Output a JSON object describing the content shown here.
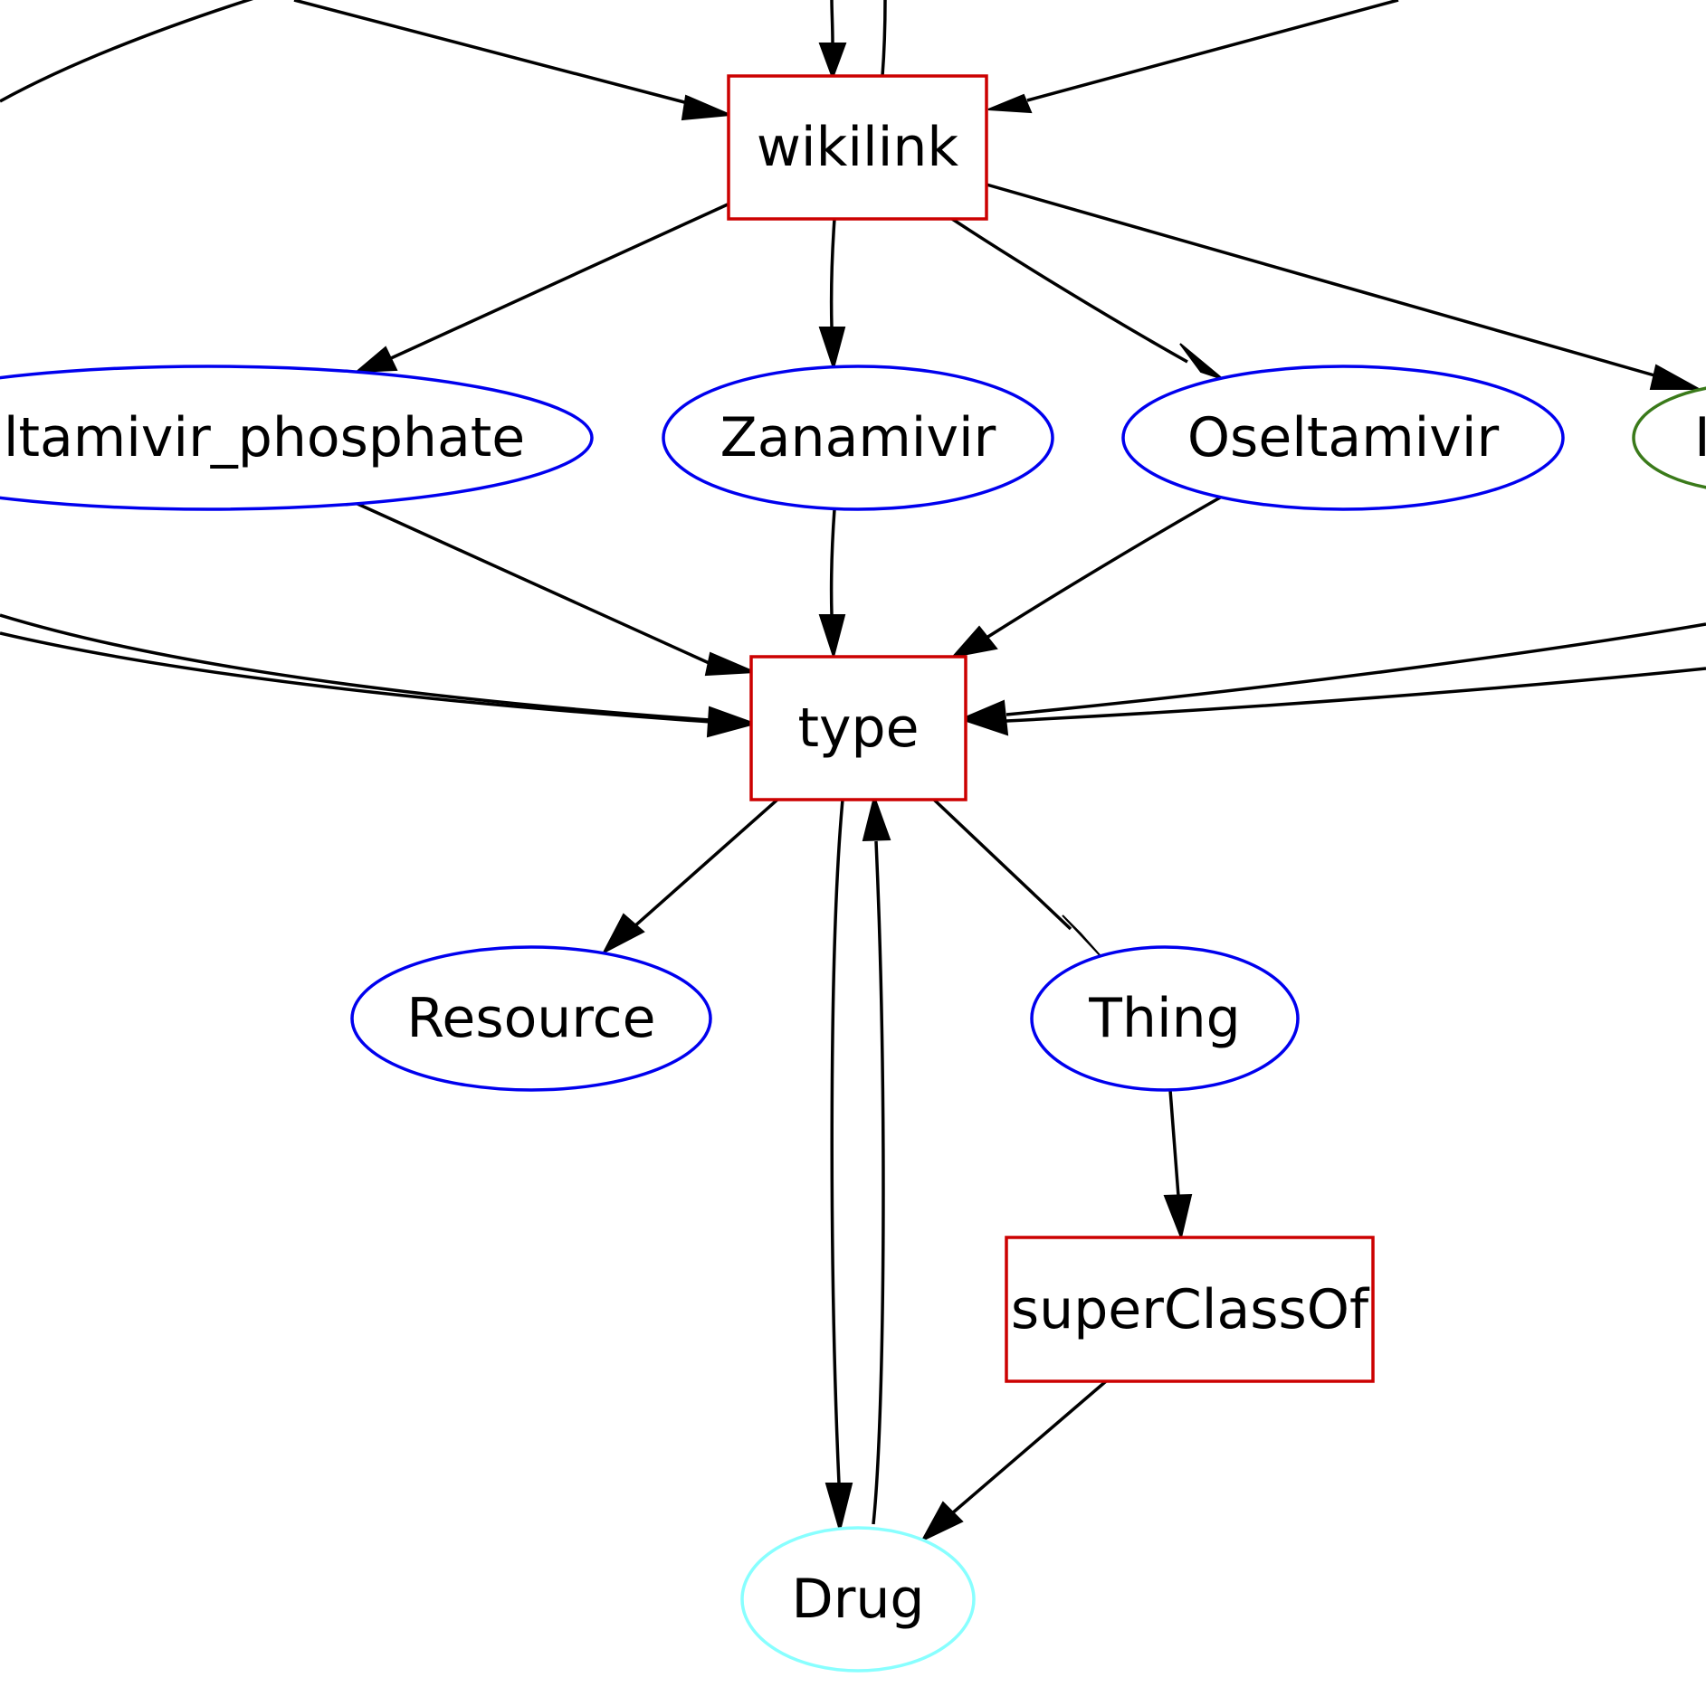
{
  "colors": {
    "predicate_box": "#cc0000",
    "entity": "#0000ee",
    "class_drug": "#88ffff",
    "literal": "#3a7a1a",
    "edge": "#000000"
  },
  "nodes": {
    "wikilink": {
      "label": "wikilink",
      "shape": "box"
    },
    "type": {
      "label": "type",
      "shape": "box"
    },
    "superClassOf": {
      "label": "superClassOf",
      "shape": "box"
    },
    "oseltamivir_phosphate": {
      "label": "ltamivir_phosphate",
      "shape": "ellipse"
    },
    "zanamivir": {
      "label": "Zanamivir",
      "shape": "ellipse"
    },
    "oseltamivir": {
      "label": "Oseltamivir",
      "shape": "ellipse"
    },
    "literal_partial": {
      "label": "I",
      "shape": "ellipse"
    },
    "resource": {
      "label": "Resource",
      "shape": "ellipse"
    },
    "thing": {
      "label": "Thing",
      "shape": "ellipse"
    },
    "drug": {
      "label": "Drug",
      "shape": "ellipse"
    }
  }
}
